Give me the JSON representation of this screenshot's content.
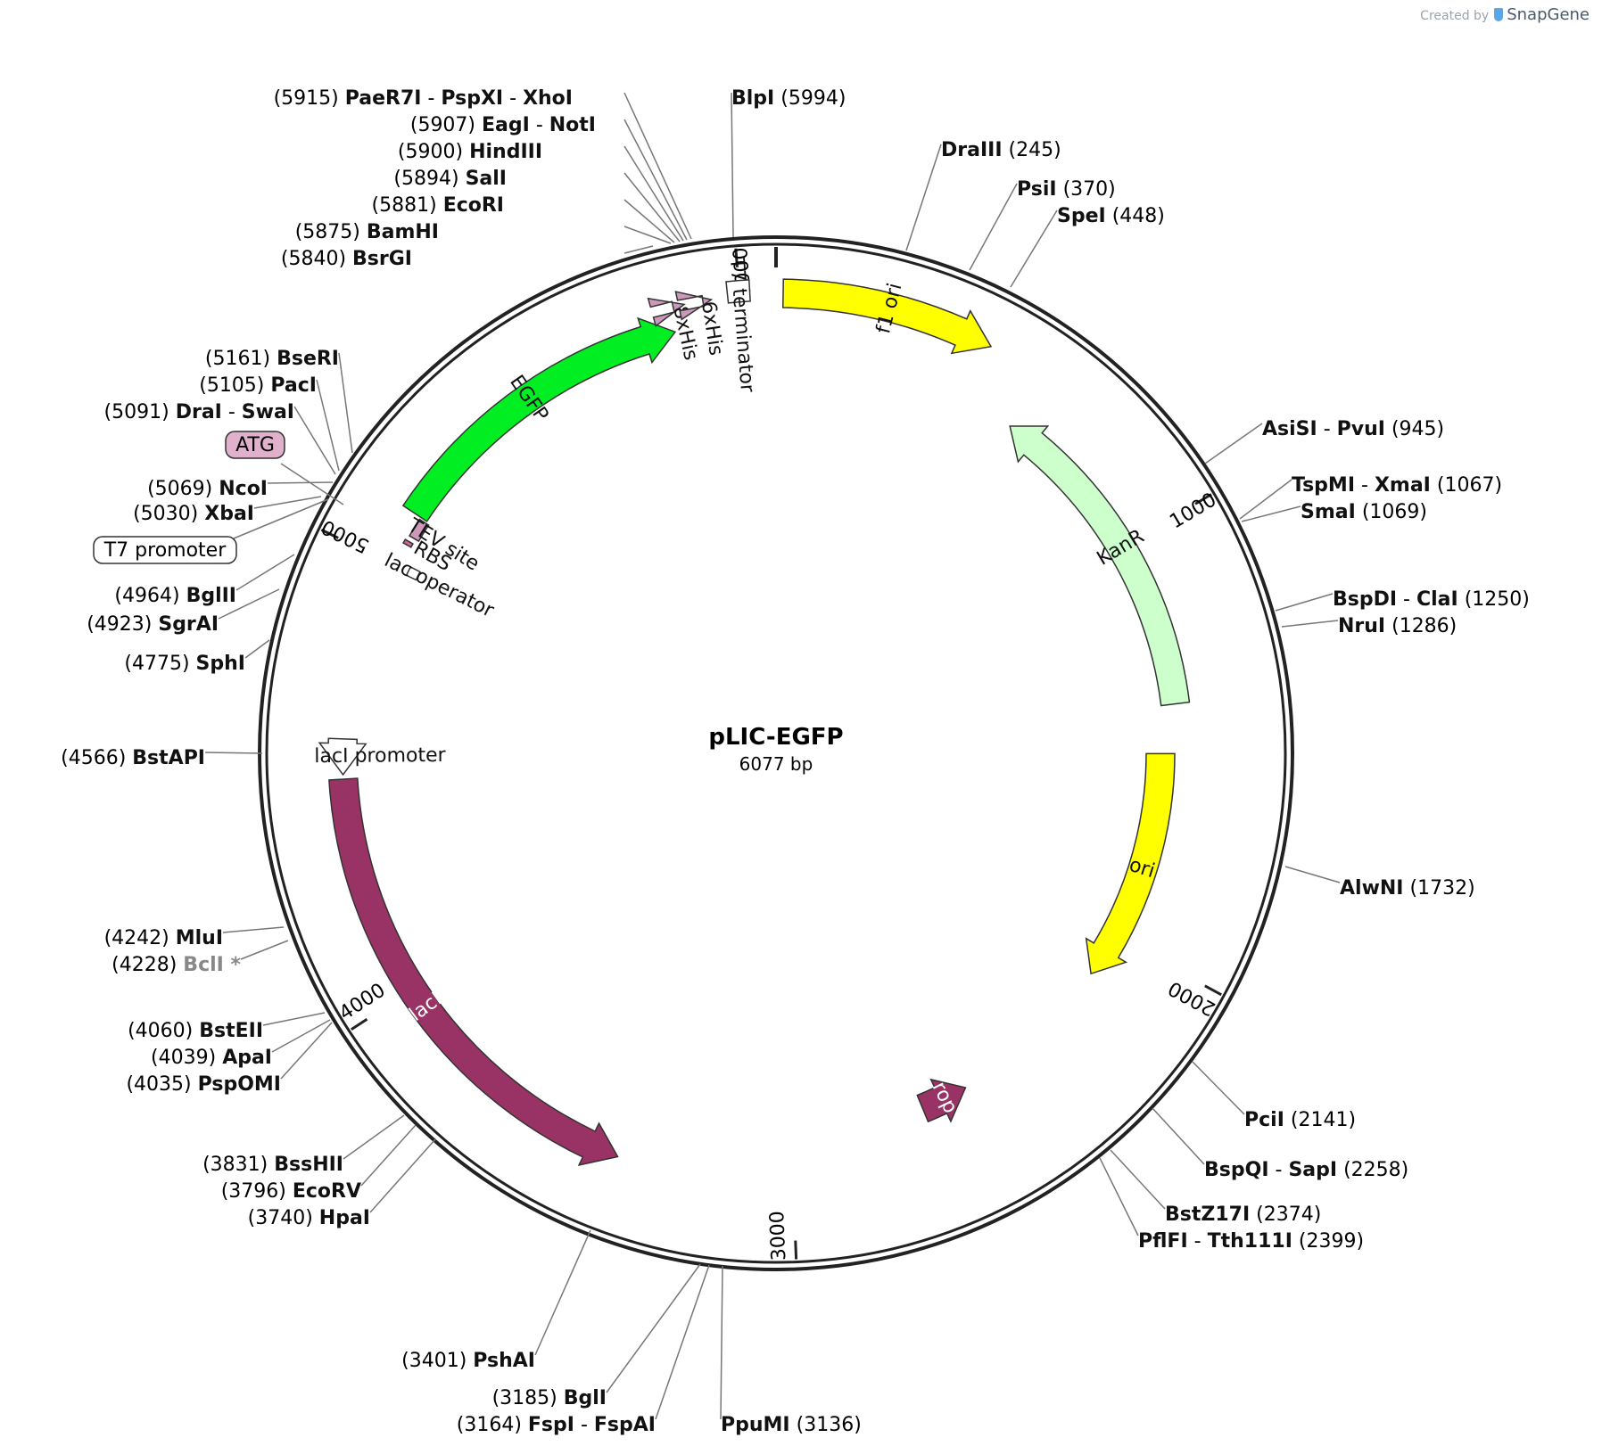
{
  "credit": {
    "prefix": "Created by",
    "brand": "SnapGene"
  },
  "plasmid": {
    "name": "pLIC-EGFP",
    "size_label": "6077 bp",
    "length": 6077
  },
  "ticks": [
    {
      "pos": 1000,
      "label": "1000"
    },
    {
      "pos": 2000,
      "label": "2000"
    },
    {
      "pos": 3000,
      "label": "3000"
    },
    {
      "pos": 4000,
      "label": "4000"
    },
    {
      "pos": 5000,
      "label": "5000"
    },
    {
      "pos": 6000,
      "label": "6000"
    }
  ],
  "features": [
    {
      "name": "f1 ori",
      "start": 15,
      "end": 470,
      "direction": "cw",
      "color": "#ffff00",
      "label_mode": "inside"
    },
    {
      "name": "KanR",
      "start": 600,
      "end": 1400,
      "direction": "ccw",
      "color": "#ccffcc",
      "label_mode": "inside"
    },
    {
      "name": "ori",
      "start": 1520,
      "end": 2110,
      "direction": "cw",
      "color": "#ffff00",
      "label_mode": "inside"
    },
    {
      "name": "rop",
      "start": 2540,
      "end": 2660,
      "direction": "ccw",
      "color": "#993366",
      "label_mode": "inside",
      "label_color": "#ffffff"
    },
    {
      "name": "lacI",
      "start": 3400,
      "end": 4500,
      "direction": "ccw",
      "color": "#993366",
      "label_mode": "inside",
      "label_color": "#ffffff"
    },
    {
      "name": "lacI promoter",
      "start": 4510,
      "end": 4590,
      "direction": "ccw",
      "color": "#ffffff",
      "label_mode": "outside"
    },
    {
      "name": "lac operator",
      "start": 4992,
      "end": 5014,
      "direction": "none",
      "color": "#ffffff",
      "label_mode": "outside"
    },
    {
      "name": "RBS",
      "start": 5055,
      "end": 5064,
      "direction": "none",
      "color": "#cc6699",
      "label_mode": "outside"
    },
    {
      "name": "TEV site",
      "start": 5076,
      "end": 5120,
      "direction": "none",
      "color": "#cc99bb",
      "label_mode": "outside"
    },
    {
      "name": "EGFP",
      "start": 5125,
      "end": 5850,
      "direction": "cw",
      "color": "#00ee22",
      "label_mode": "inside"
    },
    {
      "name": "8xHis",
      "start": 5858,
      "end": 5882,
      "direction": "cw",
      "color": "#cc99bb",
      "label_mode": "outside"
    },
    {
      "name": "6xHis",
      "start": 5922,
      "end": 5940,
      "direction": "cw",
      "color": "#cc99bb",
      "label_mode": "outside"
    },
    {
      "name": "T7 terminator",
      "start": 5975,
      "end": 6022,
      "direction": "none",
      "color": "#ffffff",
      "label_mode": "outside"
    }
  ],
  "sites": [
    {
      "pos": "(5915)",
      "names": [
        "PaeR7I",
        "PspXI",
        "XhoI"
      ]
    },
    {
      "pos": "(5907)",
      "names": [
        "EagI",
        "NotI"
      ]
    },
    {
      "pos": "(5900)",
      "names": [
        "HindIII"
      ]
    },
    {
      "pos": "(5894)",
      "names": [
        "SalI"
      ]
    },
    {
      "pos": "(5881)",
      "names": [
        "EcoRI"
      ]
    },
    {
      "pos": "(5875)",
      "names": [
        "BamHI"
      ]
    },
    {
      "pos": "(5840)",
      "names": [
        "BsrGI"
      ]
    },
    {
      "pos": "(5994)",
      "names": [
        "BlpI"
      ]
    },
    {
      "pos": "(245)",
      "names": [
        "DraIII"
      ]
    },
    {
      "pos": "(370)",
      "names": [
        "PsiI"
      ]
    },
    {
      "pos": "(448)",
      "names": [
        "SpeI"
      ]
    },
    {
      "pos": "(945)",
      "names": [
        "AsiSI",
        "PvuI"
      ]
    },
    {
      "pos": "(1067)",
      "names": [
        "TspMI",
        "XmaI"
      ]
    },
    {
      "pos": "(1069)",
      "names": [
        "SmaI"
      ]
    },
    {
      "pos": "(1250)",
      "names": [
        "BspDI",
        "ClaI"
      ]
    },
    {
      "pos": "(1286)",
      "names": [
        "NruI"
      ]
    },
    {
      "pos": "(1732)",
      "names": [
        "AlwNI"
      ]
    },
    {
      "pos": "(2141)",
      "names": [
        "PciI"
      ]
    },
    {
      "pos": "(2258)",
      "names": [
        "BspQI",
        "SapI"
      ]
    },
    {
      "pos": "(2374)",
      "names": [
        "BstZ17I"
      ]
    },
    {
      "pos": "(2399)",
      "names": [
        "PflFI",
        "Tth111I"
      ]
    },
    {
      "pos": "(3136)",
      "names": [
        "PpuMI"
      ]
    },
    {
      "pos": "(3164)",
      "names": [
        "FspI",
        "FspAI"
      ]
    },
    {
      "pos": "(3185)",
      "names": [
        "BglI"
      ]
    },
    {
      "pos": "(3401)",
      "names": [
        "PshAI"
      ]
    },
    {
      "pos": "(3740)",
      "names": [
        "HpaI"
      ]
    },
    {
      "pos": "(3796)",
      "names": [
        "EcoRV"
      ]
    },
    {
      "pos": "(3831)",
      "names": [
        "BssHII"
      ]
    },
    {
      "pos": "(4035)",
      "names": [
        "PspOMI"
      ]
    },
    {
      "pos": "(4039)",
      "names": [
        "ApaI"
      ]
    },
    {
      "pos": "(4060)",
      "names": [
        "BstEII"
      ]
    },
    {
      "pos": "(4228)",
      "names": [
        "BclI *"
      ],
      "grey": true
    },
    {
      "pos": "(4242)",
      "names": [
        "MluI"
      ]
    },
    {
      "pos": "(4566)",
      "names": [
        "BstAPI"
      ]
    },
    {
      "pos": "(4775)",
      "names": [
        "SphI"
      ]
    },
    {
      "pos": "(4923)",
      "names": [
        "SgrAI"
      ]
    },
    {
      "pos": "(4964)",
      "names": [
        "BglII"
      ]
    },
    {
      "pos": "(5030)",
      "names": [
        "XbaI"
      ]
    },
    {
      "pos": "(5069)",
      "names": [
        "NcoI"
      ]
    },
    {
      "pos": "(5091)",
      "names": [
        "DraI",
        "SwaI"
      ]
    },
    {
      "pos": "(5105)",
      "names": [
        "PacI"
      ]
    },
    {
      "pos": "(5161)",
      "names": [
        "BseRI"
      ]
    }
  ],
  "boxed_labels": [
    {
      "text": "ATG",
      "fill": "#e0b0cc"
    },
    {
      "text": "T7 promoter",
      "fill": "#ffffff"
    }
  ]
}
